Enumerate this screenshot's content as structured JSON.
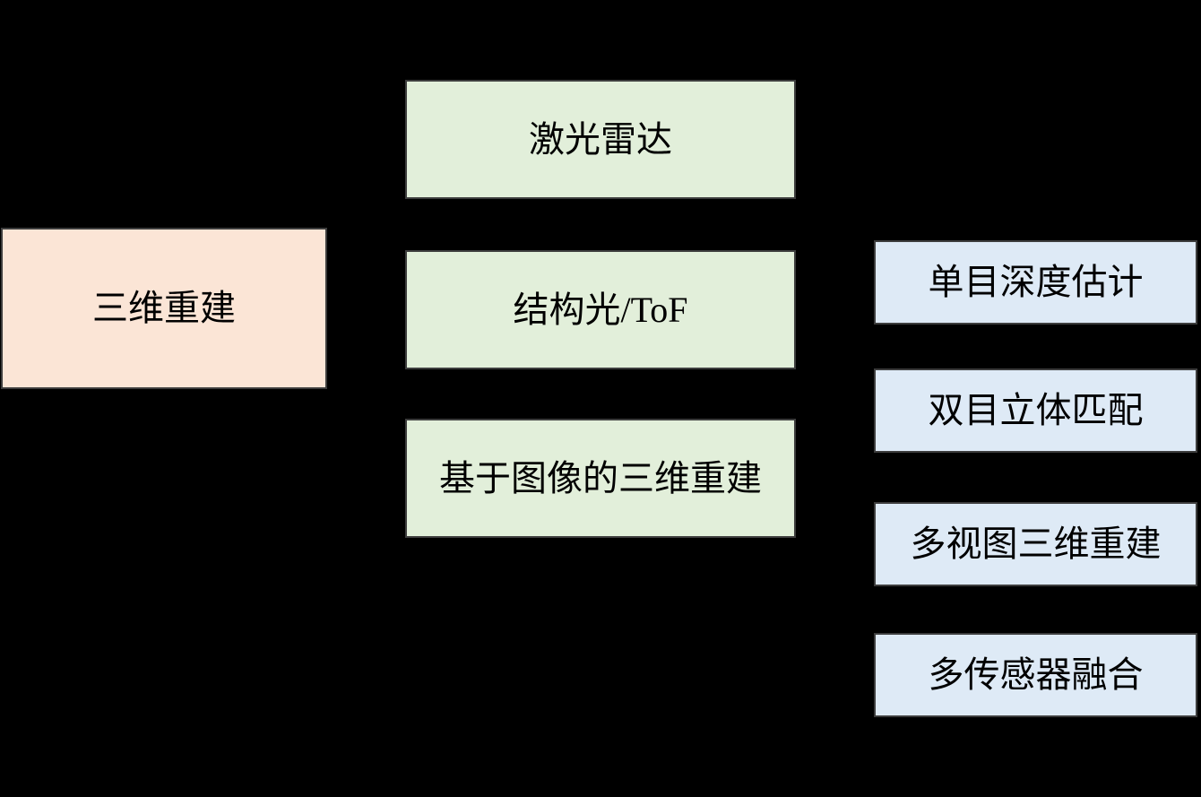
{
  "diagram": {
    "title": "3d-reconstruction-taxonomy-flowchart",
    "root": {
      "label": "三维重建"
    },
    "middle": [
      {
        "label": "激光雷达"
      },
      {
        "label": "结构光/ToF"
      },
      {
        "label": "基于图像的三维重建"
      }
    ],
    "right": [
      {
        "label": "单目深度估计"
      },
      {
        "label": "双目立体匹配"
      },
      {
        "label": "多视图三维重建"
      },
      {
        "label": "多传感器融合"
      }
    ],
    "colors": {
      "background": "#000000",
      "root_fill": "#FBE5D6",
      "middle_fill": "#E2EFDA",
      "right_fill": "#DEEAF6",
      "border": "#3D3D3D",
      "text": "#000000"
    }
  }
}
